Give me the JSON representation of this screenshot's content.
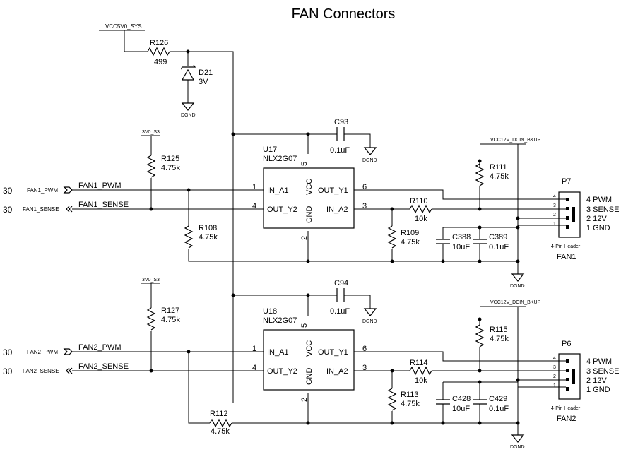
{
  "title": "FAN Connectors",
  "rails": {
    "vcc5v0_sys": "VCC5V0_SYS",
    "v3v0_s3": "3V0_S3",
    "vcc12v_dcin_bkup": "VCC12V_DCIN_BKUP",
    "dgnd": "DGND"
  },
  "r126": {
    "ref": "R126",
    "value": "499"
  },
  "d21": {
    "ref": "D21",
    "value": "3V"
  },
  "fan1": {
    "cap": {
      "ref": "C93",
      "value": "0.1uF"
    },
    "ic": {
      "ref": "U17",
      "part": "NLX2G07"
    },
    "pins": {
      "n1": "1",
      "n4": "4",
      "n5": "5",
      "n2": "2",
      "n6": "6",
      "n3": "3",
      "in_a1": "IN_A1",
      "out_y2": "OUT_Y2",
      "vcc": "VCC",
      "gnd": "GND",
      "out_y1": "OUT_Y1",
      "in_a2": "IN_A2"
    },
    "ports": {
      "pwm": "FAN1_PWM",
      "sense": "FAN1_SENSE"
    },
    "page_ref": "30",
    "nets": {
      "pwm": "FAN1_PWM",
      "sense": "FAN1_SENSE"
    },
    "r_pull": {
      "ref": "R125",
      "value": "4.75k"
    },
    "r_mid": {
      "ref": "R108",
      "value": "4.75k"
    },
    "r_sense": {
      "ref": "R110",
      "value": "10k"
    },
    "r_sense_pd": {
      "ref": "R109",
      "value": "4.75k"
    },
    "r_pwm_pu": {
      "ref": "R111",
      "value": "4.75k"
    },
    "cap_a": {
      "ref": "C388",
      "value": "10uF"
    },
    "cap_b": {
      "ref": "C389",
      "value": "0.1uF"
    },
    "header": {
      "ref": "P7",
      "type": "4-Pin Header",
      "name": "FAN1",
      "pin_nums": [
        "4",
        "3",
        "2",
        "1"
      ],
      "pin_labels": [
        "4 PWM",
        "3 SENSE",
        "2 12V",
        "1 GND"
      ]
    }
  },
  "fan2": {
    "cap": {
      "ref": "C94",
      "value": "0.1uF"
    },
    "ic": {
      "ref": "U18",
      "part": "NLX2G07"
    },
    "pins": {
      "n1": "1",
      "n4": "4",
      "n5": "5",
      "n2": "2",
      "n6": "6",
      "n3": "3",
      "in_a1": "IN_A1",
      "out_y2": "OUT_Y2",
      "vcc": "VCC",
      "gnd": "GND",
      "out_y1": "OUT_Y1",
      "in_a2": "IN_A2"
    },
    "ports": {
      "pwm": "FAN2_PWM",
      "sense": "FAN2_SENSE"
    },
    "page_ref": "30",
    "nets": {
      "pwm": "FAN2_PWM",
      "sense": "FAN2_SENSE"
    },
    "r_pull": {
      "ref": "R127",
      "value": "4.75k"
    },
    "r_mid": {
      "ref": "R112",
      "value": "4.75k"
    },
    "r_sense": {
      "ref": "R114",
      "value": "10k"
    },
    "r_sense_pd": {
      "ref": "R113",
      "value": "4.75k"
    },
    "r_pwm_pu": {
      "ref": "R115",
      "value": "4.75k"
    },
    "cap_a": {
      "ref": "C428",
      "value": "10uF"
    },
    "cap_b": {
      "ref": "C429",
      "value": "0.1uF"
    },
    "header": {
      "ref": "P6",
      "type": "4-Pin Header",
      "name": "FAN2",
      "pin_nums": [
        "4",
        "3",
        "2",
        "1"
      ],
      "pin_labels": [
        "4 PWM",
        "3 SENSE",
        "2 12V",
        "1 GND"
      ]
    }
  }
}
